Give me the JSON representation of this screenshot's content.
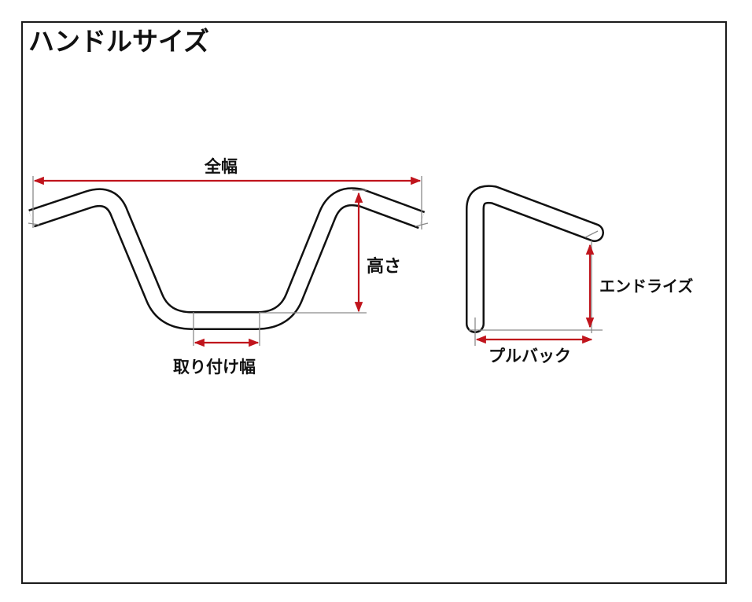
{
  "title": "ハンドルサイズ",
  "labels": {
    "overall_width": "全幅",
    "height": "高さ",
    "mount_width": "取り付け幅",
    "end_rise": "エンドライズ",
    "pullback": "プルバック"
  },
  "colors": {
    "dimension": "#c0141c",
    "guide": "#8a8a8a",
    "outline": "#111111",
    "background": "#ffffff"
  }
}
